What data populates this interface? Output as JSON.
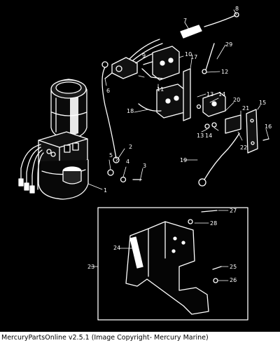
{
  "diagram": {
    "callouts": [
      {
        "id": "callout-1",
        "text": "1"
      },
      {
        "id": "callout-2",
        "text": "2"
      },
      {
        "id": "callout-3",
        "text": "3"
      },
      {
        "id": "callout-4",
        "text": "4"
      },
      {
        "id": "callout-5",
        "text": "5"
      },
      {
        "id": "callout-6",
        "text": "6"
      },
      {
        "id": "callout-7",
        "text": "7"
      },
      {
        "id": "callout-8",
        "text": "8"
      },
      {
        "id": "callout-9",
        "text": "9"
      },
      {
        "id": "callout-10",
        "text": "10"
      },
      {
        "id": "callout-11",
        "text": "11"
      },
      {
        "id": "callout-12",
        "text": "12"
      },
      {
        "id": "callout-13",
        "text": "13"
      },
      {
        "id": "callout-13b",
        "text": "13"
      },
      {
        "id": "callout-14",
        "text": "14"
      },
      {
        "id": "callout-14b",
        "text": "14"
      },
      {
        "id": "callout-15",
        "text": "15"
      },
      {
        "id": "callout-16",
        "text": "16"
      },
      {
        "id": "callout-17",
        "text": "17"
      },
      {
        "id": "callout-18",
        "text": "18"
      },
      {
        "id": "callout-19",
        "text": "19"
      },
      {
        "id": "callout-20",
        "text": "20"
      },
      {
        "id": "callout-21",
        "text": "21"
      },
      {
        "id": "callout-22",
        "text": "22"
      },
      {
        "id": "callout-23",
        "text": "23"
      },
      {
        "id": "callout-24",
        "text": "24"
      },
      {
        "id": "callout-25",
        "text": "25"
      },
      {
        "id": "callout-26",
        "text": "26"
      },
      {
        "id": "callout-27",
        "text": "27"
      },
      {
        "id": "callout-28",
        "text": "28"
      },
      {
        "id": "callout-29",
        "text": "29"
      }
    ]
  },
  "caption": "MercuryPartsOnline v2.5.1 (Image Copyright- Mercury Marine)"
}
